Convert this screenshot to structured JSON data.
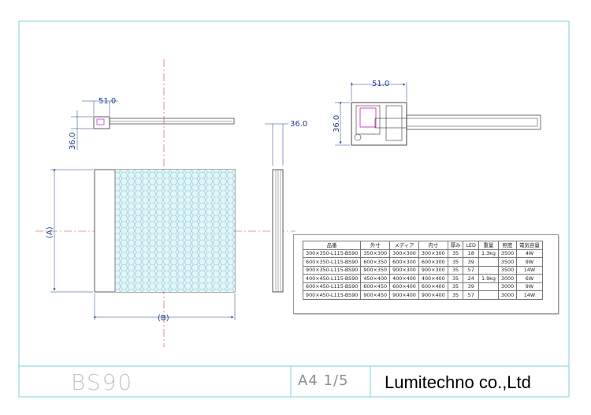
{
  "drawing": {
    "dimensions": {
      "top_width": "51.0",
      "top_height": "36.0",
      "side_thickness": "36.0",
      "detail_width": "51.0",
      "detail_height": "36.0",
      "height_label": "(A)",
      "width_label": "(B)"
    }
  },
  "spec_table": {
    "headers": [
      "品番",
      "外寸",
      "メディア",
      "内寸",
      "厚み",
      "LED",
      "重量",
      "照度",
      "電気容量"
    ],
    "rows": [
      [
        "300×350-L115-BS90",
        "350×300",
        "300×300",
        "300×300",
        "35",
        "18",
        "1.3kg",
        "3500",
        "4W"
      ],
      [
        "600×350-L115-BS90",
        "600×350",
        "600×300",
        "600×300",
        "35",
        "39",
        "",
        "3500",
        "9W"
      ],
      [
        "900×350-L115-BS90",
        "900×350",
        "900×300",
        "900×300",
        "35",
        "57",
        "",
        "3500",
        "14W"
      ],
      [
        "400×450-L115-BS90",
        "450×400",
        "400×400",
        "400×400",
        "35",
        "24",
        "1.9kg",
        "3000",
        "6W"
      ],
      [
        "600×450-L115-BS90",
        "600×450",
        "600×400",
        "600×400",
        "35",
        "39",
        "",
        "3000",
        "9W"
      ],
      [
        "900×450-L115-BS90",
        "900×450",
        "900×400",
        "900×400",
        "35",
        "57",
        "",
        "3000",
        "14W"
      ]
    ]
  },
  "title_block": {
    "model": "BS90",
    "sheet": "A4 1/5",
    "company": "Lumitechno co.,Ltd"
  },
  "colors": {
    "border": "#7fd1d6",
    "dimension": "#1f3d8a",
    "centerline": "#d04040",
    "hex_fill": "#dff3f7",
    "hex_stroke": "#7fc9d4",
    "led": "#cc33cc"
  }
}
